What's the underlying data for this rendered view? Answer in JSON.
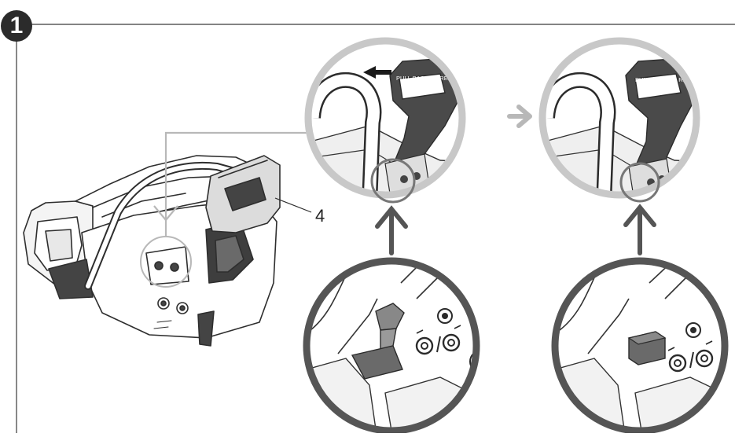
{
  "step": {
    "number": "1"
  },
  "callout": {
    "label": "4"
  },
  "label_left": {
    "text": "PULL BACK TO RESET"
  },
  "label_right": {
    "text": "PULL BACK TO RESET"
  },
  "colors": {
    "line": "#3a3a3a",
    "lightGray": "#c8c8c8",
    "darkGray": "#555555",
    "midGray": "#7a7a7a"
  }
}
